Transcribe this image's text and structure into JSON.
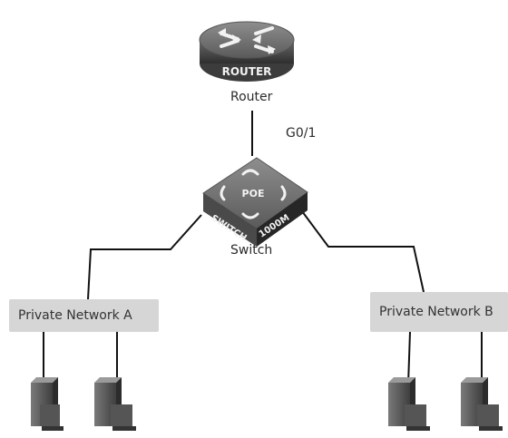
{
  "diagram": {
    "router": {
      "icon_text": "ROUTER",
      "label": "Router",
      "port_label": "G0/1"
    },
    "switch": {
      "icon_text_poe": "POE",
      "icon_text_model": "SWITCH",
      "icon_text_speed": "1000M",
      "label": "Switch"
    },
    "networks": [
      {
        "label": "Private Network A",
        "hosts": 2
      },
      {
        "label": "Private Network B",
        "hosts": 2
      }
    ]
  }
}
